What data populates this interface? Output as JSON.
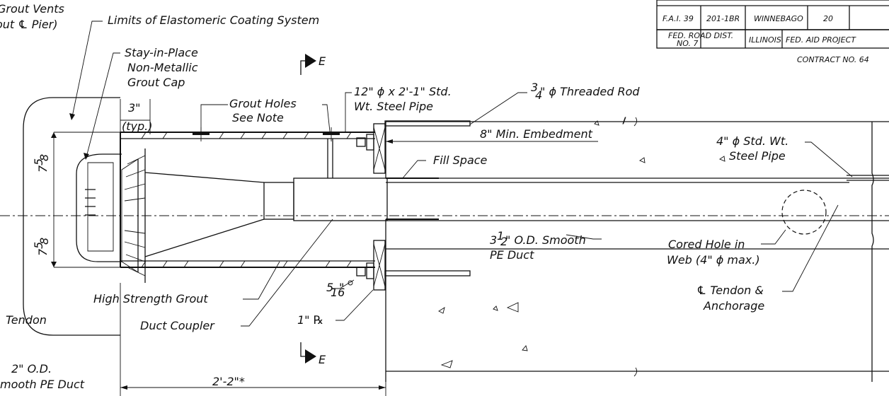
{
  "title_block": {
    "route": "F.A.I. 39",
    "section": "201-1BR",
    "county": "WINNEBAGO",
    "total_sheets": "20",
    "district_line1": "FED. ROAD DIST.",
    "district_line2": "NO. 7",
    "state": "ILLINOIS",
    "project": "FED. AID PROJECT",
    "contract": "CONTRACT NO. 64"
  },
  "labels": {
    "grout_vents_1": "Grout Vents",
    "grout_vents_2": "out ℄ Pier)",
    "limits": "Limits of Elastomeric Coating System",
    "grout_cap_1": "Stay-in-Place",
    "grout_cap_2": "Non-Metallic",
    "grout_cap_3": "Grout Cap",
    "section_mark": "E",
    "dim_3": "3\"",
    "typ": "(typ.)",
    "grout_holes_1": "Grout Holes",
    "grout_holes_2": "See Note",
    "steel_pipe_1": "12\" ϕ x 2'-1\" Std.",
    "steel_pipe_2": "Wt. Steel Pipe",
    "rod_num": "3",
    "rod_den": "4",
    "threaded_rod": "\" ϕ Threaded Rod",
    "embedment": "8\" Min. Embedment",
    "fill_space": "Fill Space",
    "pipe4_1": "4\" ϕ Std. Wt.",
    "pipe4_2": "Steel Pipe",
    "dim_758_top_a": "7",
    "dim_758_top_b": "5",
    "dim_758_top_c": "8",
    "dim_758_bot_a": "7",
    "dim_758_bot_b": "5",
    "dim_758_bot_c": "8",
    "duct_1a": "3",
    "duct_1b": "1",
    "duct_1c": "2",
    "duct_1d": "\" O.D. Smooth",
    "duct_2": "PE Duct",
    "cored_1": "Cored Hole in",
    "cored_2": "Web (4\" ϕ max.)",
    "tendon_1": "℄ Tendon &",
    "tendon_2": "Anchorage",
    "weld_a": "5",
    "weld_b": "16",
    "weld_c": "\"",
    "high_grout": "High Strength Grout",
    "plate": "1\" ℞",
    "tendon_left": "Tendon",
    "left_duct_1": "2\" O.D.",
    "left_duct_2": "mooth PE Duct",
    "duct_coupler": "Duct Coupler",
    "dim_overall": "2'-2\"*"
  }
}
